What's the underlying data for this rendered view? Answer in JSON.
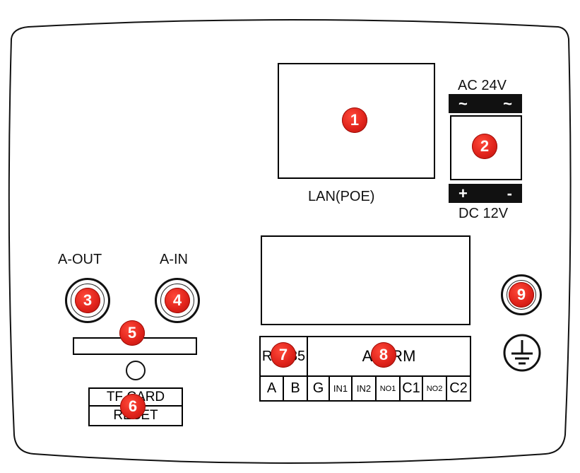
{
  "lan": {
    "label": "LAN(POE)",
    "badge": "1"
  },
  "power": {
    "top_label": "AC 24V",
    "top_symbols": [
      "~",
      "~"
    ],
    "badge": "2",
    "bottom_symbols": [
      "+",
      "-"
    ],
    "bottom_label": "DC 12V"
  },
  "audio": {
    "out_label": "A-OUT",
    "in_label": "A-IN",
    "out_badge": "3",
    "in_badge": "4"
  },
  "slot_badge": "5",
  "card": {
    "badge": "6",
    "top_label": "TF CARD",
    "bottom_label": "RESET"
  },
  "terminal": {
    "rs485_label": "RS485",
    "rs485_badge": "7",
    "alarm_label": "ALARM",
    "alarm_badge": "8",
    "pins": [
      "A",
      "B",
      "G",
      "IN1",
      "IN2",
      "NO1",
      "C1",
      "NO2",
      "C2"
    ]
  },
  "ground": {
    "badge": "9"
  }
}
